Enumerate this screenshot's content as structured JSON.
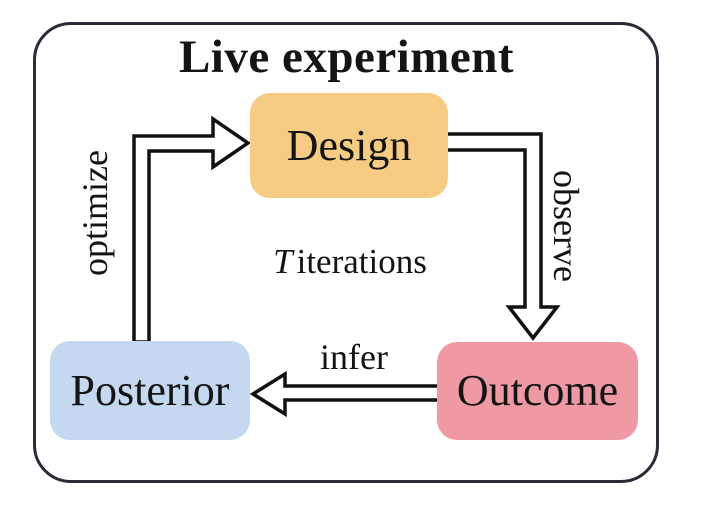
{
  "title": "Live experiment",
  "nodes": {
    "design": {
      "label": "Design",
      "color": "#f6cc84"
    },
    "outcome": {
      "label": "Outcome",
      "color": "#ee99a4"
    },
    "posterior": {
      "label": "Posterior",
      "color": "#c4d9f0"
    }
  },
  "edges": {
    "optimize": {
      "label": "optimize",
      "from": "Posterior",
      "to": "Design"
    },
    "observe": {
      "label": "observe",
      "from": "Design",
      "to": "Outcome"
    },
    "infer": {
      "label": "infer",
      "from": "Outcome",
      "to": "Posterior"
    }
  },
  "center_note": {
    "symbol": "T",
    "text": "iterations"
  },
  "colors": {
    "frame_border": "#2b2b38",
    "arrow_outline": "#111111",
    "arrow_fill": "#ffffff",
    "background": "#ffffff",
    "text": "#141414"
  }
}
